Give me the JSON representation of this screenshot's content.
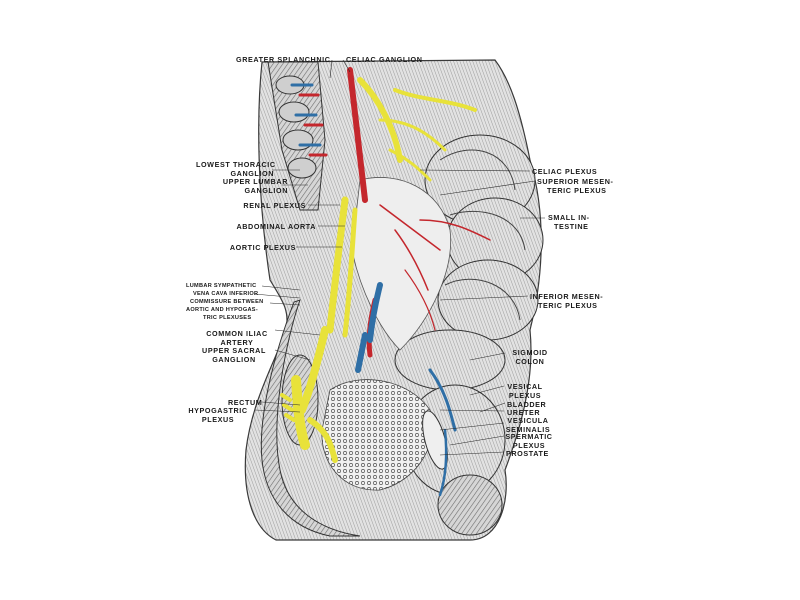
{
  "labels": {
    "greater_splanchnic": "GREATER SPLANCHNIC",
    "celiac_ganglion": "CELIAC GANGLION",
    "lowest_thoracic_ganglion_1": "LOWEST THORACIC",
    "lowest_thoracic_ganglion_2": "GANGLION",
    "upper_lumbar_ganglion_1": "UPPER LUMBAR",
    "upper_lumbar_ganglion_2": "GANGLION",
    "renal_plexus": "RENAL PLEXUS",
    "abdominal_aorta": "ABDOMINAL AORTA",
    "aortic_plexus": "AORTIC PLEXUS",
    "lumbar_sympathetic": "LUMBAR SYMPATHETIC",
    "vena_cava_inferior": "VENA CAVA INFERIOR",
    "commissure_between": "COMMISSURE BETWEEN",
    "aortic_and_hypogas": "AORTIC AND HYPOGAS-",
    "tric_plexuses": "TRIC PLEXUSES",
    "common_iliac_artery_1": "COMMON ILIAC",
    "common_iliac_artery_2": "ARTERY",
    "upper_sacral_ganglion_1": "UPPER SACRAL",
    "upper_sacral_ganglion_2": "GANGLION",
    "rectum": "RECTUM",
    "hypogastric_plexus_1": "HYPOGASTRIC",
    "hypogastric_plexus_2": "PLEXUS",
    "celiac_plexus": "CELIAC PLEXUS",
    "superior_mesenteric_plexus_1": "SUPERIOR MESEN-",
    "superior_mesenteric_plexus_2": "TERIC PLEXUS",
    "small_intestine_1": "SMALL IN-",
    "small_intestine_2": "TESTINE",
    "inferior_mesenteric_plexus_1": "INFERIOR MESEN-",
    "inferior_mesenteric_plexus_2": "TERIC PLEXUS",
    "sigmoid_colon_1": "SIGMOID",
    "sigmoid_colon_2": "COLON",
    "vesical_plexus_1": "VESICAL",
    "vesical_plexus_2": "PLEXUS",
    "bladder": "BLADDER",
    "ureter": "URETER",
    "vesicula_seminalis_1": "VESICULA",
    "vesicula_seminalis_2": "SEMINALIS",
    "spermatic_plexus_1": "SPERMATIC",
    "spermatic_plexus_2": "PLEXUS",
    "prostate": "PROSTATE"
  },
  "colors": {
    "nerve": "#e8e23a",
    "artery": "#c4272d",
    "vein": "#2f6fa6",
    "ink": "#2a2a2a",
    "tissue": "#9a9a9a"
  }
}
